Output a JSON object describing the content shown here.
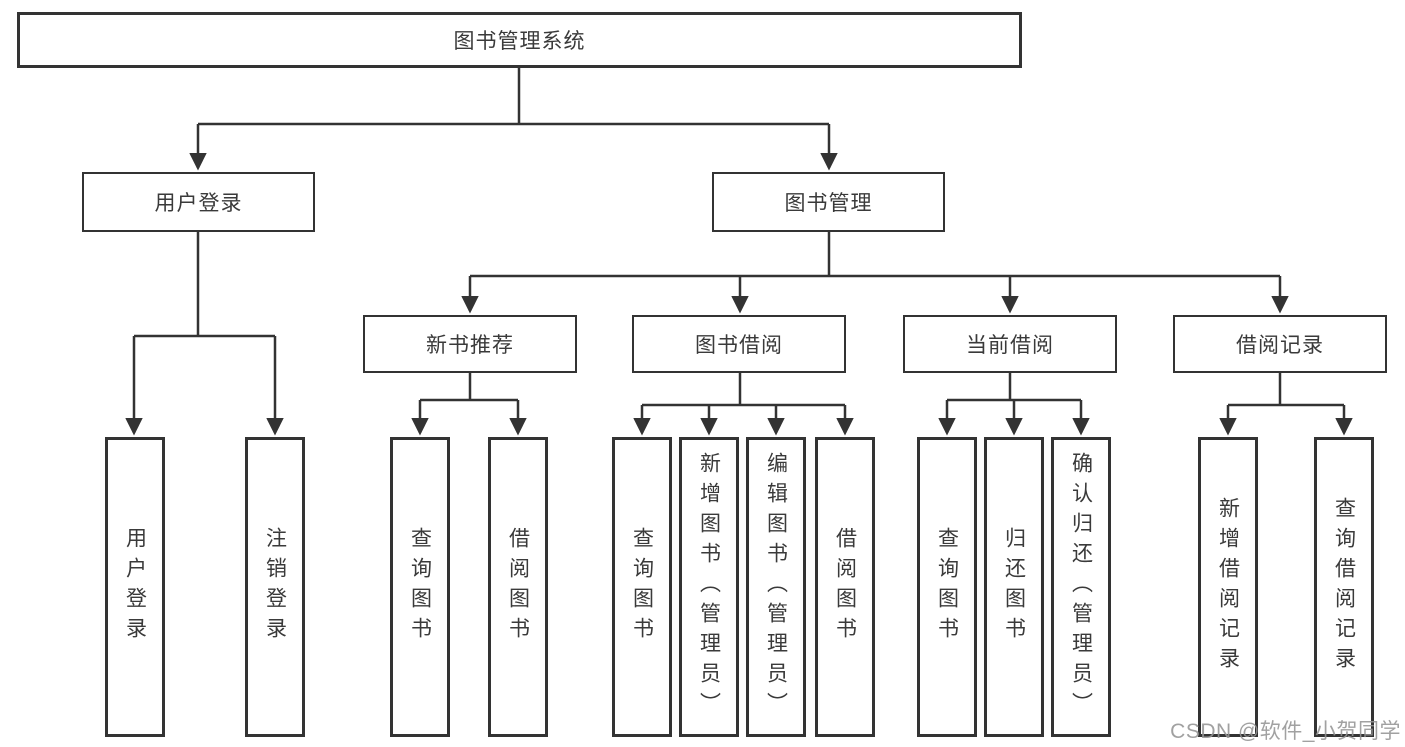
{
  "colors": {
    "line": "#333333",
    "box_border": "#333333",
    "box_fill": "#ffffff",
    "text": "#3a3a3a",
    "background": "#ffffff",
    "watermark": "#949494"
  },
  "watermark": {
    "text": "CSDN @软件_小贺同学"
  },
  "tree": {
    "root": {
      "label": "图书管理系统"
    },
    "branches": [
      {
        "label": "用户登录",
        "children": [
          {
            "label": "用户登录"
          },
          {
            "label": "注销登录"
          }
        ]
      },
      {
        "label": "图书管理",
        "children": [
          {
            "label": "新书推荐",
            "children": [
              {
                "label": "查询图书"
              },
              {
                "label": "借阅图书"
              }
            ]
          },
          {
            "label": "图书借阅",
            "children": [
              {
                "label": "查询图书"
              },
              {
                "label": "新增图书（管理员）"
              },
              {
                "label": "编辑图书（管理员）"
              },
              {
                "label": "借阅图书"
              }
            ]
          },
          {
            "label": "当前借阅",
            "children": [
              {
                "label": "查询图书"
              },
              {
                "label": "归还图书"
              },
              {
                "label": "确认归还（管理员）"
              }
            ]
          },
          {
            "label": "借阅记录",
            "children": [
              {
                "label": "新增借阅记录"
              },
              {
                "label": "查询借阅记录"
              }
            ]
          }
        ]
      }
    ]
  }
}
